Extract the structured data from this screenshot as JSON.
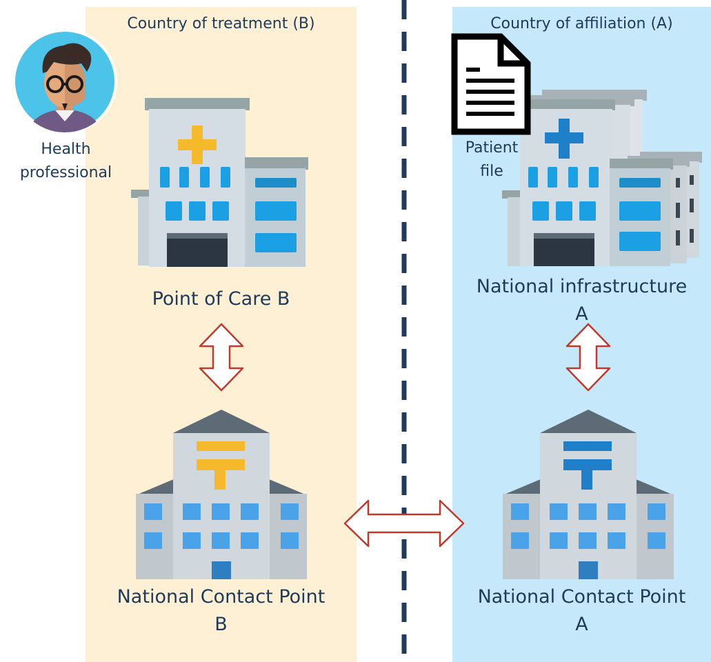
{
  "left_panel": {
    "title": "Country of treatment (B)",
    "health_professional": [
      "Health",
      "professional"
    ],
    "point_of_care": "Point of Care B",
    "ncp": [
      "National Contact Point",
      "B"
    ]
  },
  "right_panel": {
    "title": "Country of affiliation (A)",
    "patient_file": [
      "Patient",
      "file"
    ],
    "national_infrastructure": [
      "National infrastructure",
      "A"
    ],
    "ncp": [
      "National Contact Point",
      "A"
    ]
  },
  "colors": {
    "treatment_panel": "#fdf0d5",
    "affiliation_panel": "#c5e8fb",
    "arrow_stroke": "#c0392b",
    "divider": "#1f3b5a"
  }
}
